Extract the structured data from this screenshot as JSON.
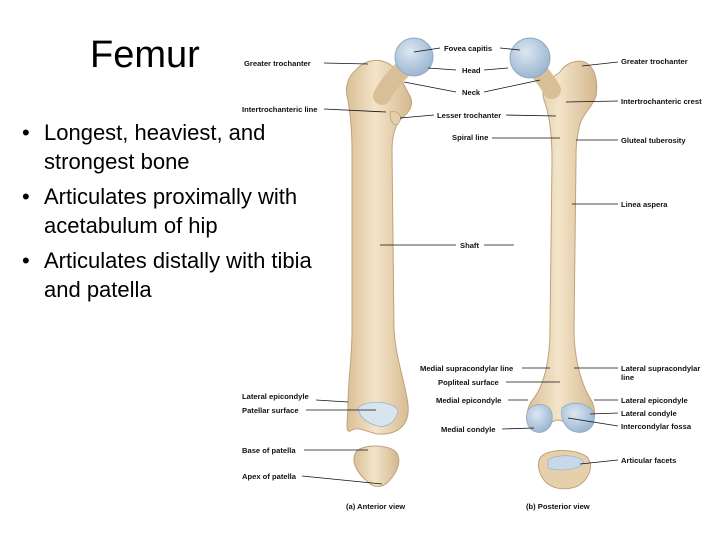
{
  "title": "Femur",
  "bullets": [
    "Longest, heaviest, and strongest bone",
    "Articulates proximally with acetabulum of hip",
    "Articulates distally with tibia and patella"
  ],
  "labels": {
    "fovea_capitis": "Fovea capitis",
    "head": "Head",
    "neck": "Neck",
    "greater_trochanter_left": "Greater trochanter",
    "greater_trochanter_right": "Greater trochanter",
    "intertrochanteric_line": "Intertrochanteric line",
    "intertrochanteric_crest": "Intertrochanteric crest",
    "lesser_trochanter": "Lesser trochanter",
    "spiral_line": "Spiral line",
    "gluteal_tuberosity": "Gluteal tuberosity",
    "linea_aspera": "Linea aspera",
    "shaft": "Shaft",
    "medial_supracondylar_line": "Medial supracondylar line",
    "lateral_supracondylar_line_1": "Lateral supracondylar",
    "lateral_supracondylar_line_2": "line",
    "popliteal_surface": "Popliteal surface",
    "lateral_epicondyle_left": "Lateral epicondyle",
    "patellar_surface": "Patellar surface",
    "medial_epicondyle": "Medial epicondyle",
    "lateral_epicondyle_right": "Lateral epicondyle",
    "lateral_condyle": "Lateral condyle",
    "medial_condyle": "Medial condyle",
    "intercondylar_fossa": "Intercondylar fossa",
    "base_of_patella": "Base of patella",
    "apex_of_patella": "Apex of patella",
    "articular_facets": "Articular facets"
  },
  "captions": {
    "anterior": "(a) Anterior view",
    "posterior": "(b) Posterior view"
  },
  "colors": {
    "bone": "#eedcbf",
    "bone_shade": "#d7bd96",
    "cartilage": "#b7cde2",
    "cartilage_shade": "#8faac6",
    "leader": "#111111"
  }
}
